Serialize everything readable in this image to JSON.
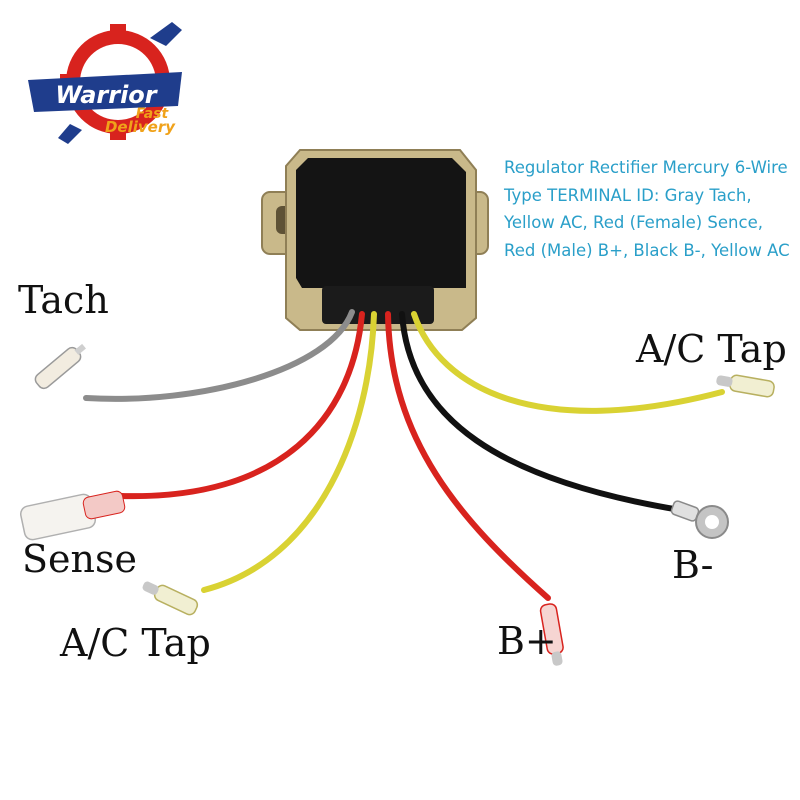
{
  "logo": {
    "brand": "Warrior",
    "tagline_line1": "Fast",
    "tagline_line2": "Delivery"
  },
  "description": "Regulator Rectifier Mercury 6-Wire Type TERMINAL ID: Gray Tach, Yellow AC, Red (Female) Sence, Red (Male) B+, Black B-, Yellow AC",
  "labels": {
    "tach": "Tach",
    "sense": "Sense",
    "ac_tap_left": "A/C Tap",
    "ac_tap_right": "A/C Tap",
    "b_plus": "B+",
    "b_minus": "B-"
  },
  "colors": {
    "wire_gray": "#8c8c8c",
    "wire_red": "#d8231e",
    "wire_yellow": "#d9d233",
    "wire_black": "#111111",
    "housing": "#c9b98a",
    "potting": "#141414",
    "description_text": "#2a9fc9",
    "logo_blue": "#1f3d8c",
    "logo_red": "#d8231e",
    "logo_orange": "#f0a21a"
  }
}
